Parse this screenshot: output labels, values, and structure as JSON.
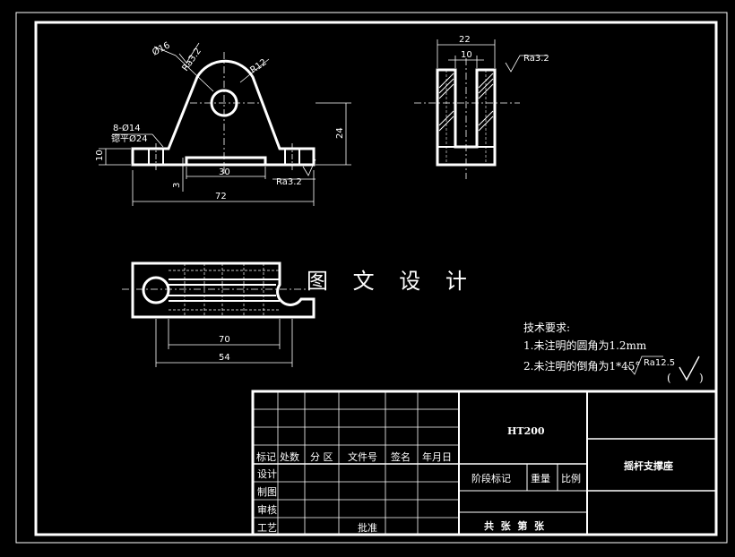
{
  "watermark": "图 文 设 计",
  "dimensions": {
    "front": {
      "phi16": "Ø16",
      "ra_top": "Ra3.2",
      "r12": "R12",
      "holes_count": "8-Ø14",
      "counterbore": "锪平Ø24",
      "d10": "10",
      "d24": "24",
      "d30": "30",
      "d3": "3",
      "d72": "72",
      "ra_bottom": "Ra3.2"
    },
    "side": {
      "d22": "22",
      "d10": "10",
      "ra": "Ra3.2"
    },
    "top": {
      "d70": "70",
      "d54": "54"
    }
  },
  "notes": {
    "heading": "技术要求:",
    "line1": "1.未注明的圆角为1.2mm",
    "line2": "2.未注明的倒角为1*45°",
    "ra": "Ra12.5",
    "symbol_open": "(",
    "symbol_close": ")"
  },
  "title_block": {
    "material": "HT200",
    "part_name": "摇杆支撑座",
    "header": {
      "mark": "标记",
      "count": "处数",
      "zone": "分 区",
      "doc_no": "文件号",
      "sign": "签名",
      "date": "年月日"
    },
    "roles": {
      "design": "设计",
      "draft": "制图",
      "review": "审核",
      "process": "工艺",
      "approve": "批准"
    },
    "stage_mark": "阶段标记",
    "weight": "重量",
    "scale": "比例",
    "sheets": "共  张  第  张"
  }
}
